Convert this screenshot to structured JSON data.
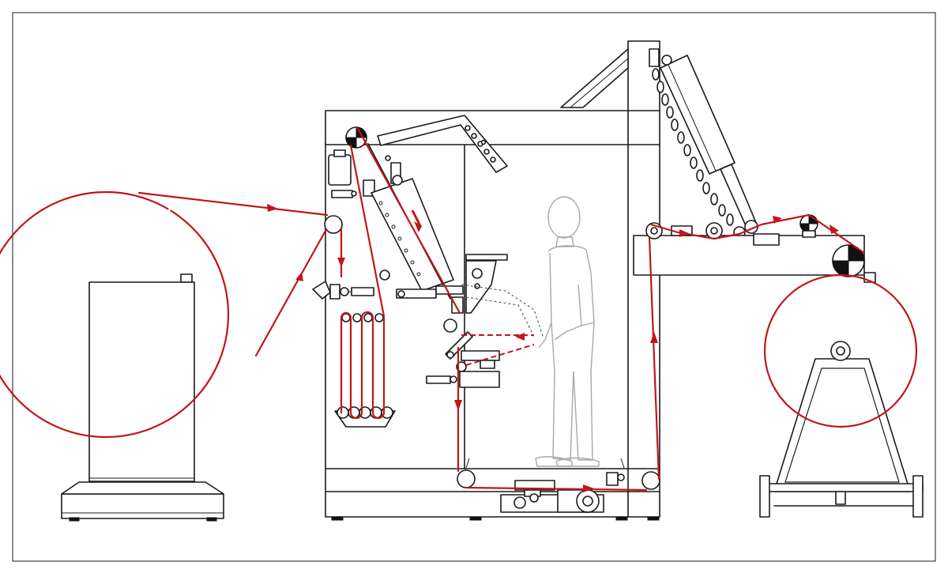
{
  "diagram": {
    "components": [
      "frame",
      "unwind-roll",
      "unwind-stand",
      "hose",
      "dancer-festoon",
      "cutting-station",
      "operator",
      "top-crossbar",
      "diagonal-brace",
      "hydraulic-cylinder",
      "chain",
      "rewind-arm",
      "rewind-roll",
      "rewind-cart",
      "drive-motor",
      "web-path"
    ],
    "colors": {
      "web": "#c0161c",
      "line": "#1a1a1a",
      "operator": "#a8a8a8"
    }
  }
}
